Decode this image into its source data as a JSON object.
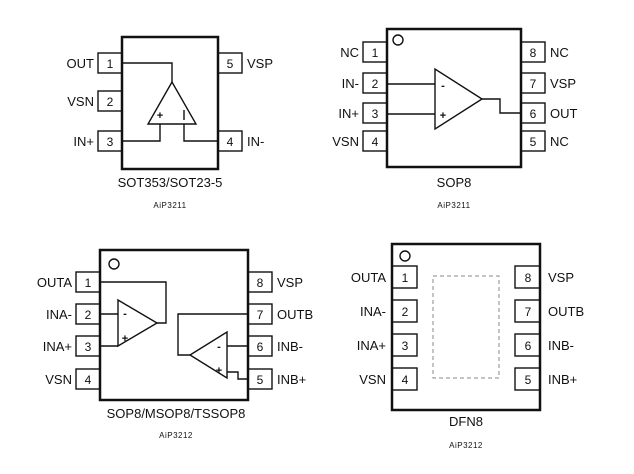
{
  "packages": [
    {
      "id": "sot",
      "caption": "SOT353/SOT23-5",
      "part": "AiP3211",
      "left_pins": [
        {
          "num": "1",
          "label": "OUT"
        },
        {
          "num": "2",
          "label": "VSN"
        },
        {
          "num": "3",
          "label": "IN+"
        }
      ],
      "right_pins": [
        {
          "num": "5",
          "label": "VSP"
        },
        {
          "num": "4",
          "label": "IN-"
        }
      ],
      "signs": [
        "+",
        "-"
      ]
    },
    {
      "id": "sop8",
      "caption": "SOP8",
      "part": "AiP3211",
      "left_pins": [
        {
          "num": "1",
          "label": "NC"
        },
        {
          "num": "2",
          "label": "IN-"
        },
        {
          "num": "3",
          "label": "IN+"
        },
        {
          "num": "4",
          "label": "VSN"
        }
      ],
      "right_pins": [
        {
          "num": "8",
          "label": "NC"
        },
        {
          "num": "7",
          "label": "VSP"
        },
        {
          "num": "6",
          "label": "OUT"
        },
        {
          "num": "5",
          "label": "NC"
        }
      ],
      "signs": [
        "-",
        "+"
      ]
    },
    {
      "id": "sop8dual",
      "caption": "SOP8/MSOP8/TSSOP8",
      "part": "AiP3212",
      "left_pins": [
        {
          "num": "1",
          "label": "OUTA"
        },
        {
          "num": "2",
          "label": "INA-"
        },
        {
          "num": "3",
          "label": "INA+"
        },
        {
          "num": "4",
          "label": "VSN"
        }
      ],
      "right_pins": [
        {
          "num": "8",
          "label": "VSP"
        },
        {
          "num": "7",
          "label": "OUTB"
        },
        {
          "num": "6",
          "label": "INB-"
        },
        {
          "num": "5",
          "label": "INB+"
        }
      ],
      "signs_a": [
        "-",
        "+"
      ],
      "signs_b": [
        "-",
        "+"
      ]
    },
    {
      "id": "dfn8",
      "caption": "DFN8",
      "part": "AiP3212",
      "left_pins": [
        {
          "num": "1",
          "label": "OUTA"
        },
        {
          "num": "2",
          "label": "INA-"
        },
        {
          "num": "3",
          "label": "INA+"
        },
        {
          "num": "4",
          "label": "VSN"
        }
      ],
      "right_pins": [
        {
          "num": "8",
          "label": "VSP"
        },
        {
          "num": "7",
          "label": "OUTB"
        },
        {
          "num": "6",
          "label": "INB-"
        },
        {
          "num": "5",
          "label": "INB+"
        }
      ]
    }
  ]
}
